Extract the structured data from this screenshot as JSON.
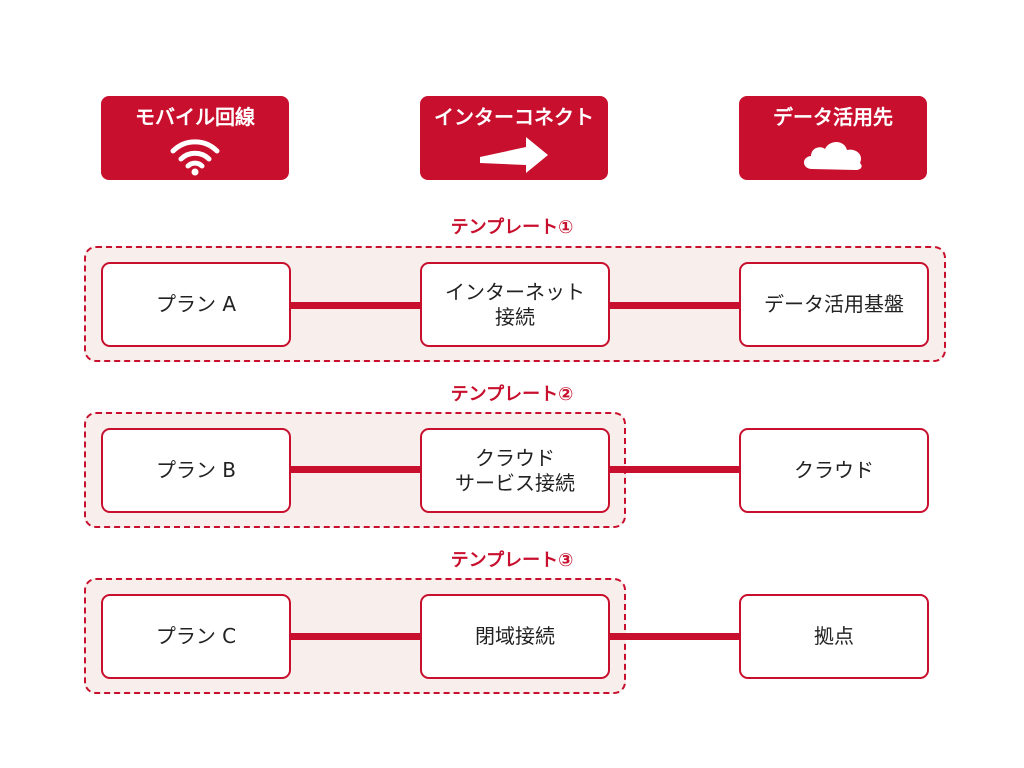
{
  "headers": {
    "mobile": {
      "title": "モバイル回線",
      "icon": "wifi-icon"
    },
    "interconnect": {
      "title": "インターコネクト",
      "icon": "arrow-right-icon"
    },
    "destination": {
      "title": "データ活用先",
      "icon": "cloud-icon"
    }
  },
  "templates": [
    {
      "title": "テンプレート①",
      "plan": "プラン A",
      "connection": [
        "インターネット",
        "接続"
      ],
      "destination": "データ活用基盤"
    },
    {
      "title": "テンプレート②",
      "plan": "プラン B",
      "connection": [
        "クラウド",
        "サービス接続"
      ],
      "destination": "クラウド"
    },
    {
      "title": "テンプレート③",
      "plan": "プラン C",
      "connection": [
        "閉域接続"
      ],
      "destination": "拠点"
    }
  ],
  "colors": {
    "accent": "#c8102e",
    "group_fill": "#f8efec",
    "node_fill": "#ffffff",
    "text": "#222222"
  }
}
